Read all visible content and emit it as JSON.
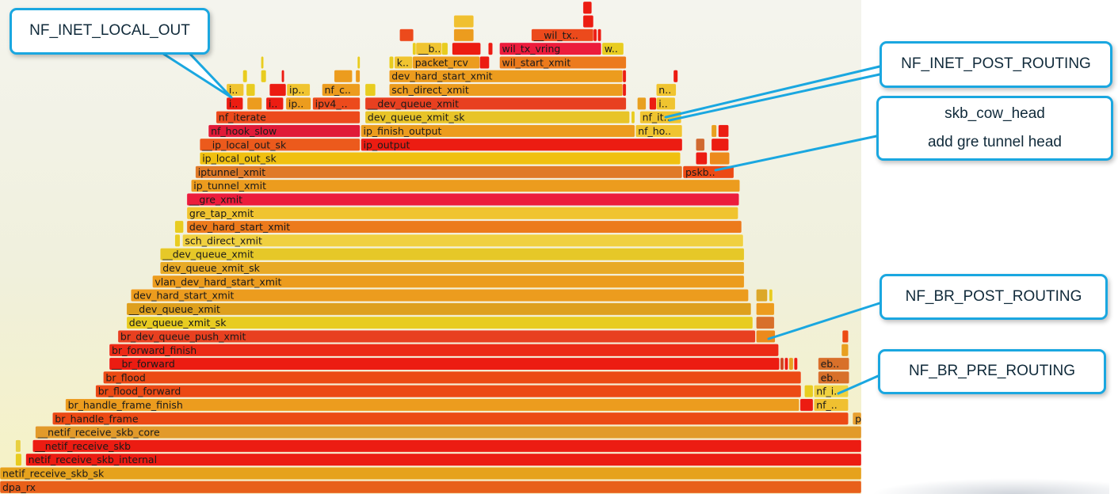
{
  "chart_data": {
    "type": "flamegraph",
    "frames": [
      {
        "label": "dpa_rx",
        "depth": 0,
        "start": 0.0,
        "end": 1.0,
        "color": "#e8601a"
      },
      {
        "label": "netif_receive_skb_sk",
        "depth": 1,
        "start": 0.0,
        "end": 1.0,
        "color": "#e6a21c"
      },
      {
        "label": "",
        "depth": 2,
        "start": 0.018,
        "end": 0.025,
        "color": "#e8cc20"
      },
      {
        "label": "netif_receive_skb_internal",
        "depth": 2,
        "start": 0.03,
        "end": 1.0,
        "color": "#ec1c12"
      },
      {
        "label": "",
        "depth": 3,
        "start": 0.018,
        "end": 0.024,
        "color": "#e8d040"
      },
      {
        "label": "__netif_receive_skb",
        "depth": 3,
        "start": 0.038,
        "end": 1.0,
        "color": "#ec1c12"
      },
      {
        "label": "__netif_receive_skb_core",
        "depth": 4,
        "start": 0.041,
        "end": 1.0,
        "color": "#e29a2a"
      },
      {
        "label": "br_handle_frame",
        "depth": 5,
        "start": 0.061,
        "end": 0.985,
        "color": "#ec4a14"
      },
      {
        "label": "p",
        "depth": 5,
        "start": 0.99,
        "end": 1.0,
        "color": "#e8a030"
      },
      {
        "label": "br_handle_frame_finish",
        "depth": 6,
        "start": 0.076,
        "end": 0.928,
        "color": "#ec9c1e"
      },
      {
        "label": "",
        "depth": 6,
        "start": 0.929,
        "end": 0.944,
        "color": "#ec1c12"
      },
      {
        "label": "nf_..",
        "depth": 6,
        "start": 0.945,
        "end": 0.985,
        "color": "#f0c030"
      },
      {
        "label": "br_flood_forward",
        "depth": 7,
        "start": 0.111,
        "end": 0.93,
        "color": "#ec4a14"
      },
      {
        "label": "",
        "depth": 7,
        "start": 0.934,
        "end": 0.944,
        "color": "#e8cc20"
      },
      {
        "label": "nf_i..",
        "depth": 7,
        "start": 0.945,
        "end": 0.985,
        "color": "#f0d240"
      },
      {
        "label": "br_flood",
        "depth": 8,
        "start": 0.12,
        "end": 0.93,
        "color": "#ec4a14"
      },
      {
        "label": "eb..",
        "depth": 8,
        "start": 0.95,
        "end": 0.986,
        "color": "#d8702a"
      },
      {
        "label": "__br_forward",
        "depth": 9,
        "start": 0.127,
        "end": 0.905,
        "color": "#ec1c12"
      },
      {
        "label": "",
        "depth": 9,
        "start": 0.906,
        "end": 0.91,
        "color": "#d04420"
      },
      {
        "label": "",
        "depth": 9,
        "start": 0.911,
        "end": 0.915,
        "color": "#ec1c12"
      },
      {
        "label": "",
        "depth": 9,
        "start": 0.916,
        "end": 0.921,
        "color": "#e8a020"
      },
      {
        "label": "",
        "depth": 9,
        "start": 0.922,
        "end": 0.926,
        "color": "#ec1c12"
      },
      {
        "label": "eb..",
        "depth": 9,
        "start": 0.95,
        "end": 0.986,
        "color": "#d8702a"
      },
      {
        "label": "br_forward_finish",
        "depth": 10,
        "start": 0.127,
        "end": 0.904,
        "color": "#ec2a16"
      },
      {
        "label": "",
        "depth": 10,
        "start": 0.977,
        "end": 0.985,
        "color": "#e8a020"
      },
      {
        "label": "br_dev_queue_push_xmit",
        "depth": 11,
        "start": 0.137,
        "end": 0.877,
        "color": "#e84020"
      },
      {
        "label": "",
        "depth": 11,
        "start": 0.878,
        "end": 0.9,
        "color": "#ec8a1c"
      },
      {
        "label": "",
        "depth": 11,
        "start": 0.978,
        "end": 0.985,
        "color": "#ec4a14"
      },
      {
        "label": "dev_queue_xmit_sk",
        "depth": 12,
        "start": 0.147,
        "end": 0.874,
        "color": "#e8cc20"
      },
      {
        "label": "",
        "depth": 12,
        "start": 0.878,
        "end": 0.899,
        "color": "#d8702a"
      },
      {
        "label": "__dev_queue_xmit",
        "depth": 13,
        "start": 0.147,
        "end": 0.872,
        "color": "#dea01e"
      },
      {
        "label": "",
        "depth": 13,
        "start": 0.878,
        "end": 0.899,
        "color": "#ec9c1e"
      },
      {
        "label": "dev_hard_start_xmit",
        "depth": 14,
        "start": 0.152,
        "end": 0.869,
        "color": "#ec9c1e"
      },
      {
        "label": "",
        "depth": 14,
        "start": 0.878,
        "end": 0.891,
        "color": "#dca82a"
      },
      {
        "label": "",
        "depth": 14,
        "start": 0.893,
        "end": 0.897,
        "color": "#e8cc20"
      },
      {
        "label": "vlan_dev_hard_start_xmit",
        "depth": 15,
        "start": 0.177,
        "end": 0.864,
        "color": "#ec9c1e"
      },
      {
        "label": "dev_queue_xmit_sk",
        "depth": 16,
        "start": 0.186,
        "end": 0.864,
        "color": "#e8aa26"
      },
      {
        "label": "__dev_queue_xmit",
        "depth": 17,
        "start": 0.186,
        "end": 0.864,
        "color": "#e6c828"
      },
      {
        "label": "sch_direct_xmit",
        "depth": 18,
        "start": 0.212,
        "end": 0.863,
        "color": "#f0d040"
      },
      {
        "label": "",
        "depth": 18,
        "start": 0.203,
        "end": 0.209,
        "color": "#e8cc20"
      },
      {
        "label": "dev_hard_start_xmit",
        "depth": 19,
        "start": 0.217,
        "end": 0.861,
        "color": "#ec7a1c"
      },
      {
        "label": "",
        "depth": 19,
        "start": 0.203,
        "end": 0.213,
        "color": "#e8cc20"
      },
      {
        "label": "gre_tap_xmit",
        "depth": 20,
        "start": 0.217,
        "end": 0.857,
        "color": "#f0c430"
      },
      {
        "label": "__gre_xmit",
        "depth": 21,
        "start": 0.217,
        "end": 0.858,
        "color": "#ec1c3c"
      },
      {
        "label": "ip_tunnel_xmit",
        "depth": 22,
        "start": 0.222,
        "end": 0.859,
        "color": "#ec9c1e"
      },
      {
        "label": "iptunnel_xmit",
        "depth": 23,
        "start": 0.227,
        "end": 0.792,
        "color": "#e07a28"
      },
      {
        "label": "pskb..",
        "depth": 23,
        "start": 0.793,
        "end": 0.852,
        "color": "#ec4a14"
      },
      {
        "label": "ip_local_out_sk",
        "depth": 24,
        "start": 0.232,
        "end": 0.79,
        "color": "#f0c010"
      },
      {
        "label": "",
        "depth": 24,
        "start": 0.808,
        "end": 0.821,
        "color": "#ec1c12"
      },
      {
        "label": "",
        "depth": 24,
        "start": 0.824,
        "end": 0.847,
        "color": "#ec8a1c"
      },
      {
        "label": "__ip_local_out_sk",
        "depth": 25,
        "start": 0.232,
        "end": 0.418,
        "color": "#ec5a1c"
      },
      {
        "label": "ip_output",
        "depth": 25,
        "start": 0.419,
        "end": 0.792,
        "color": "#ec1c12"
      },
      {
        "label": "",
        "depth": 25,
        "start": 0.808,
        "end": 0.818,
        "color": "#d06a30"
      },
      {
        "label": "",
        "depth": 25,
        "start": 0.826,
        "end": 0.846,
        "color": "#ec1c12"
      },
      {
        "label": "nf_hook_slow",
        "depth": 26,
        "start": 0.242,
        "end": 0.418,
        "color": "#e01a38"
      },
      {
        "label": "ip_finish_output",
        "depth": 26,
        "start": 0.419,
        "end": 0.737,
        "color": "#ec9c1e"
      },
      {
        "label": "nf_ho..",
        "depth": 26,
        "start": 0.738,
        "end": 0.792,
        "color": "#f0c430"
      },
      {
        "label": "",
        "depth": 26,
        "start": 0.826,
        "end": 0.832,
        "color": "#e8a020"
      },
      {
        "label": "",
        "depth": 26,
        "start": 0.834,
        "end": 0.846,
        "color": "#ec1c12"
      },
      {
        "label": "nf_iterate",
        "depth": 27,
        "start": 0.251,
        "end": 0.418,
        "color": "#ec4a1c"
      },
      {
        "label": "dev_queue_xmit_sk",
        "depth": 27,
        "start": 0.424,
        "end": 0.731,
        "color": "#e8c428"
      },
      {
        "label": "",
        "depth": 27,
        "start": 0.733,
        "end": 0.737,
        "color": "#e8cc20"
      },
      {
        "label": "nf_it..",
        "depth": 27,
        "start": 0.743,
        "end": 0.791,
        "color": "#f0c430"
      },
      {
        "label": "i..",
        "depth": 28,
        "start": 0.263,
        "end": 0.282,
        "color": "#ec1c12"
      },
      {
        "label": "",
        "depth": 28,
        "start": 0.287,
        "end": 0.304,
        "color": "#ec9c1e"
      },
      {
        "label": "i..",
        "depth": 28,
        "start": 0.309,
        "end": 0.329,
        "color": "#ec1c12"
      },
      {
        "label": "ip..",
        "depth": 28,
        "start": 0.332,
        "end": 0.361,
        "color": "#ec9c1e"
      },
      {
        "label": "ipv4_..",
        "depth": 28,
        "start": 0.363,
        "end": 0.418,
        "color": "#ec4a1c"
      },
      {
        "label": "__dev_queue_xmit",
        "depth": 28,
        "start": 0.424,
        "end": 0.727,
        "color": "#e84020"
      },
      {
        "label": "",
        "depth": 28,
        "start": 0.74,
        "end": 0.75,
        "color": "#e8a020"
      },
      {
        "label": "",
        "depth": 28,
        "start": 0.754,
        "end": 0.762,
        "color": "#ec1c12"
      },
      {
        "label": "i..",
        "depth": 28,
        "start": 0.762,
        "end": 0.784,
        "color": "#f0c430"
      },
      {
        "label": "i..",
        "depth": 29,
        "start": 0.263,
        "end": 0.283,
        "color": "#f0c430"
      },
      {
        "label": "",
        "depth": 29,
        "start": 0.286,
        "end": 0.296,
        "color": "#e8cc20"
      },
      {
        "label": "",
        "depth": 29,
        "start": 0.313,
        "end": 0.332,
        "color": "#ec1c12"
      },
      {
        "label": "ip..",
        "depth": 29,
        "start": 0.333,
        "end": 0.36,
        "color": "#f0c430"
      },
      {
        "label": "nf_c..",
        "depth": 29,
        "start": 0.374,
        "end": 0.418,
        "color": "#ec9c1e"
      },
      {
        "label": "",
        "depth": 29,
        "start": 0.424,
        "end": 0.436,
        "color": "#e8cc20"
      },
      {
        "label": "sch_direct_xmit",
        "depth": 29,
        "start": 0.452,
        "end": 0.723,
        "color": "#ec9c1e"
      },
      {
        "label": "",
        "depth": 29,
        "start": 0.723,
        "end": 0.727,
        "color": "#ec1c12"
      },
      {
        "label": "",
        "depth": 29,
        "start": 0.762,
        "end": 0.767,
        "color": "#e8a020"
      },
      {
        "label": "n..",
        "depth": 29,
        "start": 0.762,
        "end": 0.785,
        "color": "#f0c430"
      },
      {
        "label": "",
        "depth": 30,
        "start": 0.282,
        "end": 0.287,
        "color": "#e8cc20"
      },
      {
        "label": "",
        "depth": 30,
        "start": 0.303,
        "end": 0.309,
        "color": "#e8cc20"
      },
      {
        "label": "",
        "depth": 30,
        "start": 0.327,
        "end": 0.33,
        "color": "#ec1c12"
      },
      {
        "label": "",
        "depth": 30,
        "start": 0.388,
        "end": 0.409,
        "color": "#ec9c1e"
      },
      {
        "label": "",
        "depth": 30,
        "start": 0.413,
        "end": 0.418,
        "color": "#ec9c1e"
      },
      {
        "label": "dev_hard_start_xmit",
        "depth": 30,
        "start": 0.452,
        "end": 0.723,
        "color": "#ec9c1e"
      },
      {
        "label": "",
        "depth": 30,
        "start": 0.723,
        "end": 0.727,
        "color": "#ec1c12"
      },
      {
        "label": "",
        "depth": 30,
        "start": 0.782,
        "end": 0.787,
        "color": "#ec1c12"
      },
      {
        "label": "",
        "depth": 31,
        "start": 0.303,
        "end": 0.306,
        "color": "#e8cc20"
      },
      {
        "label": "",
        "depth": 31,
        "start": 0.415,
        "end": 0.418,
        "color": "#e8cc20"
      },
      {
        "label": "",
        "depth": 31,
        "start": 0.452,
        "end": 0.457,
        "color": "#e8cc20"
      },
      {
        "label": "k..",
        "depth": 31,
        "start": 0.458,
        "end": 0.479,
        "color": "#f0c430"
      },
      {
        "label": "packet_rcv",
        "depth": 31,
        "start": 0.479,
        "end": 0.557,
        "color": "#ec9c1e"
      },
      {
        "label": "",
        "depth": 31,
        "start": 0.557,
        "end": 0.568,
        "color": "#ec1c12"
      },
      {
        "label": "wil_start_xmit",
        "depth": 31,
        "start": 0.58,
        "end": 0.727,
        "color": "#ec7a1c"
      },
      {
        "label": "",
        "depth": 32,
        "start": 0.479,
        "end": 0.483,
        "color": "#e8cc20"
      },
      {
        "label": "__b..",
        "depth": 32,
        "start": 0.483,
        "end": 0.513,
        "color": "#f0c430"
      },
      {
        "label": "",
        "depth": 32,
        "start": 0.513,
        "end": 0.52,
        "color": "#e8cc20"
      },
      {
        "label": "",
        "depth": 32,
        "start": 0.525,
        "end": 0.558,
        "color": "#ec1c12"
      },
      {
        "label": "",
        "depth": 32,
        "start": 0.567,
        "end": 0.572,
        "color": "#ec1c12"
      },
      {
        "label": "wil_tx_vring",
        "depth": 32,
        "start": 0.58,
        "end": 0.698,
        "color": "#ec1c3c"
      },
      {
        "label": "w..",
        "depth": 32,
        "start": 0.699,
        "end": 0.724,
        "color": "#e8cc20"
      },
      {
        "label": "",
        "depth": 33,
        "start": 0.464,
        "end": 0.48,
        "color": "#ec4a1c"
      },
      {
        "label": "",
        "depth": 33,
        "start": 0.527,
        "end": 0.55,
        "color": "#ec9c1e"
      },
      {
        "label": "__wil_tx..",
        "depth": 33,
        "start": 0.617,
        "end": 0.689,
        "color": "#ec4a1c"
      },
      {
        "label": "",
        "depth": 33,
        "start": 0.689,
        "end": 0.693,
        "color": "#ec1c12"
      },
      {
        "label": "",
        "depth": 33,
        "start": 0.694,
        "end": 0.698,
        "color": "#ec1c12"
      },
      {
        "label": "",
        "depth": 34,
        "start": 0.527,
        "end": 0.55,
        "color": "#f0c030"
      },
      {
        "label": "",
        "depth": 34,
        "start": 0.677,
        "end": 0.689,
        "color": "#ec1c12"
      },
      {
        "label": "",
        "depth": 35,
        "start": 0.677,
        "end": 0.687,
        "color": "#ec1c12"
      }
    ]
  },
  "annotations": [
    {
      "label": "NF_INET_LOCAL_OUT"
    },
    {
      "label": "NF_INET_POST_ROUTING"
    },
    {
      "line1": "skb_cow_head",
      "line2": "add gre tunnel head"
    },
    {
      "label": "NF_BR_POST_ROUTING"
    },
    {
      "label": "NF_BR_PRE_ROUTING"
    }
  ],
  "colors": {
    "callout_border": "#1aa7e0",
    "callout_text": "#102a3a"
  }
}
